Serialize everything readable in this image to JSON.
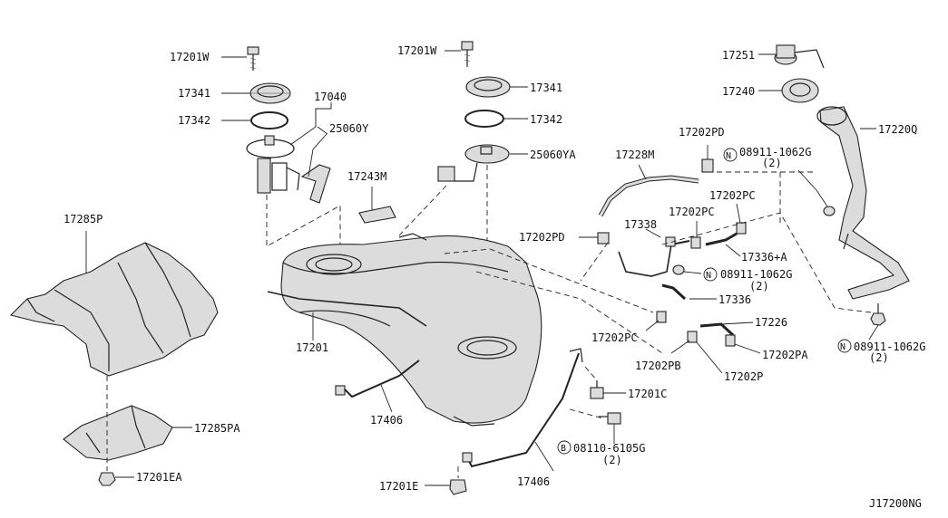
{
  "diagram_code": "J17200NG",
  "callouts": {
    "p17201w_left": "17201W",
    "p17341_left": "17341",
    "p17342_left": "17342",
    "p17040": "17040",
    "p25060y": "25060Y",
    "p17243m": "17243M",
    "p17285p": "17285P",
    "p17201": "17201",
    "p17406_center": "17406",
    "p17285pa": "17285PA",
    "p17201ea": "17201EA",
    "p17201w_center": "17201W",
    "p17341_center": "17341",
    "p17342_center": "17342",
    "p25060ya": "25060YA",
    "p17228m": "17228M",
    "p17202pd_top": "17202PD",
    "p17202pd_mid": "17202PD",
    "p17338": "17338",
    "p17202pc_a": "17202PC",
    "p17202pc_b": "17202PC",
    "p17336a": "17336+A",
    "p08911_mid": "08911-1062G",
    "p08911_mid_qty": "(2)",
    "p17336": "17336",
    "p17202pc_c": "17202PC",
    "p17226": "17226",
    "p17202pb": "17202PB",
    "p17202pa": "17202PA",
    "p17202p": "17202P",
    "p17201c": "17201C",
    "p08110": "08110-6105G",
    "p08110_qty": "(2)",
    "p17406_bottom": "17406",
    "p17201e": "17201E",
    "p17251": "17251",
    "p17240": "17240",
    "p17220q": "17220Q",
    "p08911_top": "08911-1062G",
    "p08911_top_qty": "(2)",
    "p08911_right": "08911-1062G",
    "p08911_right_qty": "(2)"
  },
  "symbols": {
    "nut_mark": "N",
    "bolt_mark": "B"
  }
}
